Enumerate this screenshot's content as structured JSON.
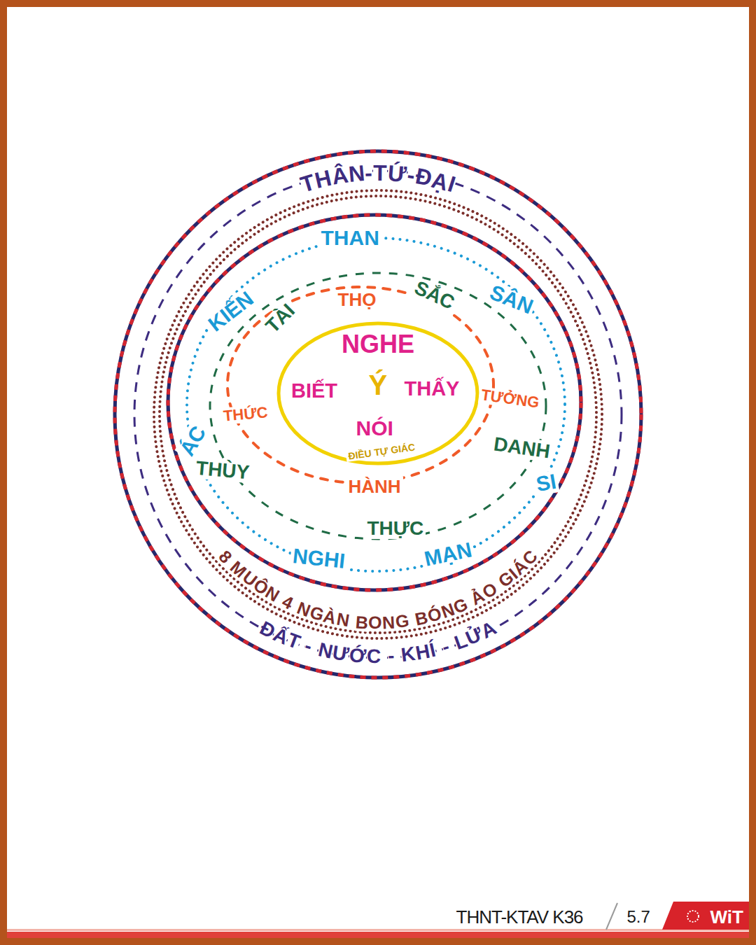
{
  "diagram": {
    "nodes": [
      {
        "text": [
          "THÂN-TỨ-ĐẠI",
          "8 MUÔN 4 NGÀN BONG BÓNG ẢO GIÁC",
          "ĐẤT - NƯỚC - KHÍ - LỬA"
        ]
      },
      {
        "text": [
          "THAN",
          "SÂN",
          "SI",
          "MẠN",
          "NGHI",
          "ÁC",
          "KIẾN"
        ],
        "in": 0
      },
      {
        "text": [
          "TÀI",
          "SẮC",
          "DANH",
          "THỰC",
          "THÙY"
        ],
        "in": 1
      },
      {
        "text": [
          "THỌ",
          "TƯỞNG",
          "HÀNH",
          "THỨC"
        ],
        "in": 2
      },
      {
        "text": [
          "NGHE",
          "BIẾT",
          "Ý",
          "THẤY",
          "NÓI",
          "ĐIỀU TỰ GIÁC"
        ],
        "in": 3
      }
    ],
    "labels": [
      "THNT-KTAV K36",
      "5.7",
      "WiT"
    ]
  }
}
